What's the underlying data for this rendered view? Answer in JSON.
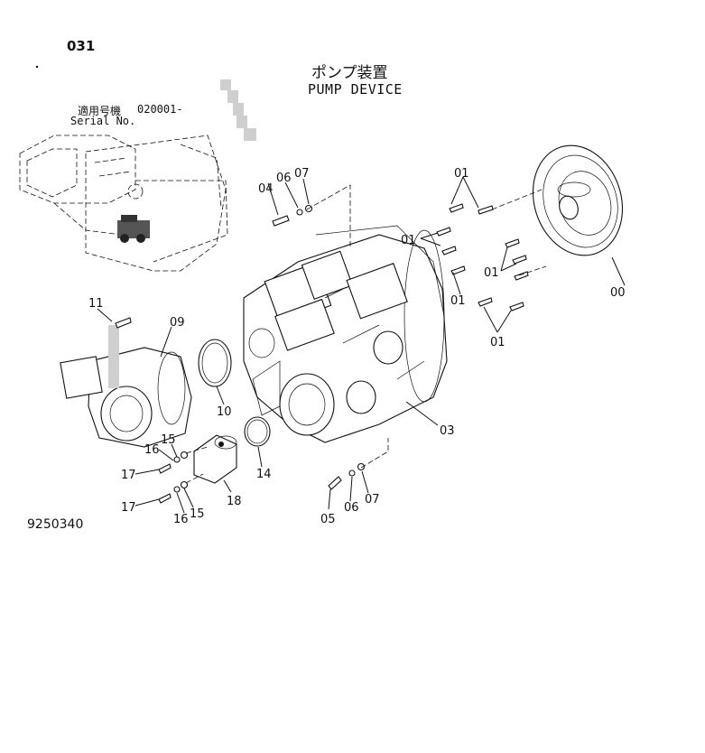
{
  "page": {
    "page_number": "031",
    "title_jp": "ポンプ装置",
    "title_en": "PUMP DEVICE",
    "serial_label_jp": "適用号機",
    "serial_value": "020001-",
    "serial_label_en": "Serial No.",
    "figure_number": "9250340"
  },
  "callouts": {
    "c00": "00",
    "c01a": "01",
    "c01b": "01",
    "c01c": "01",
    "c01d": "01",
    "c01e": "01",
    "c03": "03",
    "c04": "04",
    "c05": "05",
    "c06a": "06",
    "c06b": "06",
    "c07a": "07",
    "c07b": "07",
    "c09": "09",
    "c10": "10",
    "c11": "11",
    "c14": "14",
    "c15a": "15",
    "c15b": "15",
    "c16a": "16",
    "c16b": "16",
    "c17a": "17",
    "c17b": "17",
    "c18": "18"
  }
}
